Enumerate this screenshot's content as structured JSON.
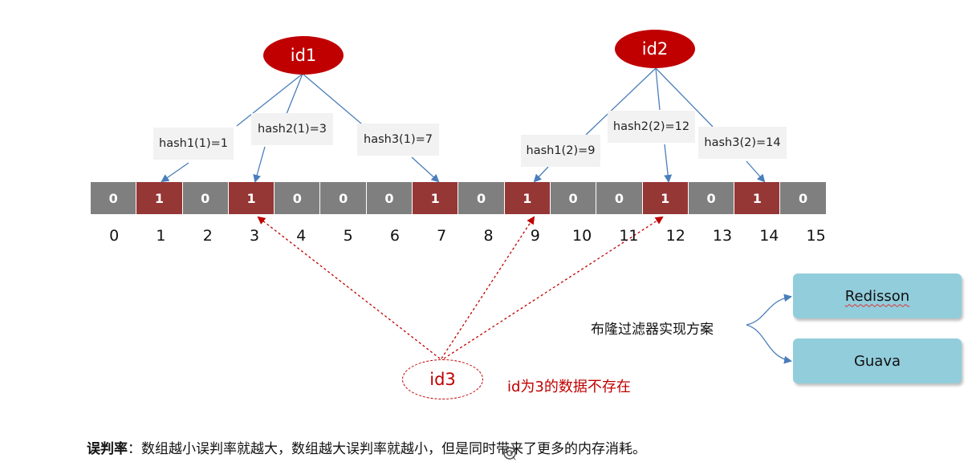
{
  "nodes": {
    "id1": "id1",
    "id2": "id2",
    "id3": "id3"
  },
  "hashes": {
    "h1_1": "hash1(1)=1",
    "h2_1": "hash2(1)=3",
    "h3_1": "hash3(1)=7",
    "h1_2": "hash1(2)=9",
    "h2_2": "hash2(2)=12",
    "h3_2": "hash3(2)=14"
  },
  "bits": [
    "0",
    "1",
    "0",
    "1",
    "0",
    "0",
    "0",
    "1",
    "0",
    "1",
    "0",
    "0",
    "1",
    "0",
    "1",
    "0"
  ],
  "indices": [
    "0",
    "1",
    "2",
    "3",
    "4",
    "5",
    "6",
    "7",
    "8",
    "9",
    "10",
    "11",
    "12",
    "13",
    "14",
    "15"
  ],
  "note": "id为3的数据不存在",
  "impl": {
    "label": "布隆过滤器实现方案",
    "option1": "Redisson",
    "option2": "Guava"
  },
  "footer": {
    "term": "误判率",
    "text": "：数组越小误判率就越大，数组越大误判率就越小，但是同时带来了更多的内存消耗。"
  },
  "colors": {
    "node_fill": "#c00000",
    "bit_one": "#953735",
    "bit_zero": "#7f7f7f",
    "hash_box": "#f2f2f2",
    "impl_box": "#92cddc",
    "arrow_blue": "#4a7ebb"
  }
}
